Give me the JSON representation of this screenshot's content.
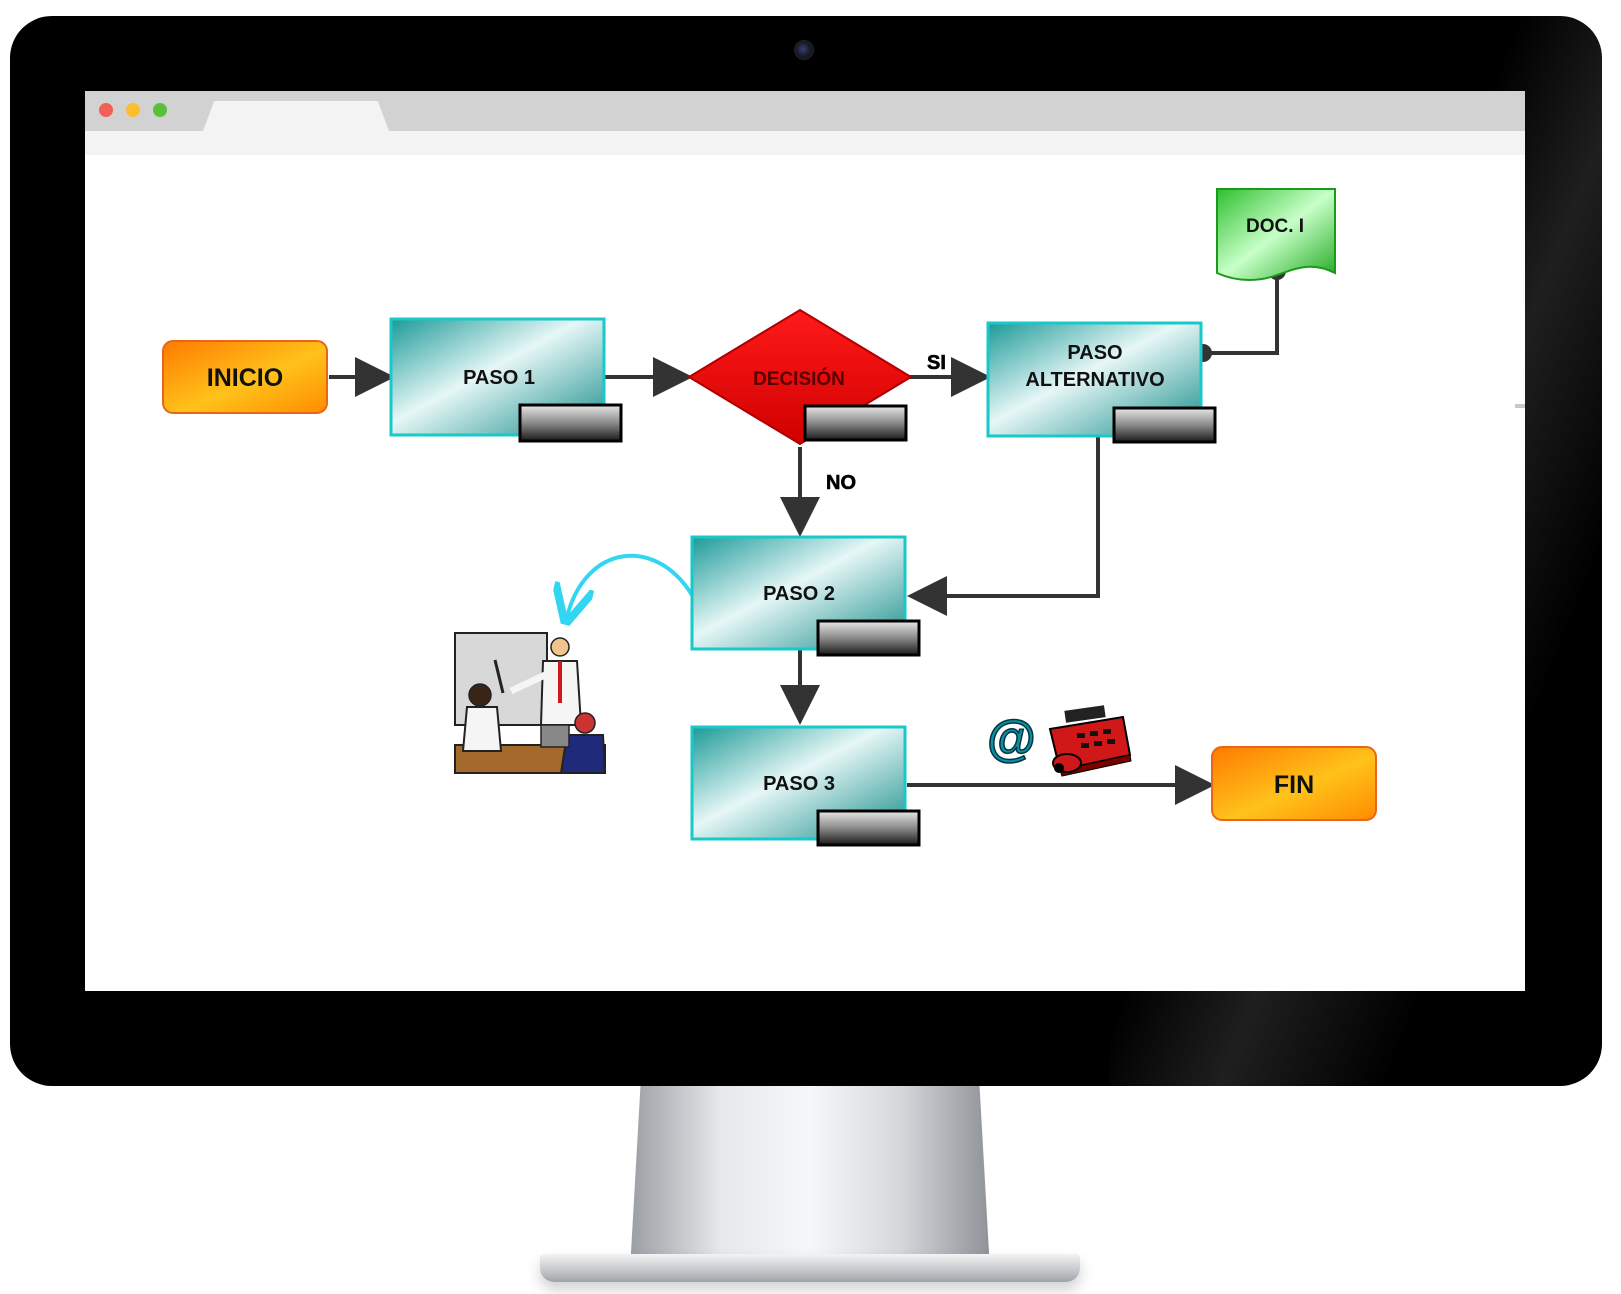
{
  "browser": {
    "window_controls": [
      "close",
      "minimize",
      "maximize"
    ]
  },
  "flowchart": {
    "inicio_label": "INICIO",
    "paso1_label": "PASO 1",
    "decision_label": "DECISIÓN",
    "si_label": "SI",
    "no_label": "NO",
    "paso_alternativo_line1": "PASO",
    "paso_alternativo_line2": "ALTERNATIVO",
    "doc_label": "DOC. I",
    "paso2_label": "PASO 2",
    "paso3_label": "PASO 3",
    "fin_label": "FIN",
    "email_symbol": "@",
    "icons": [
      "meeting-presentation-clipart",
      "at-sign-icon",
      "fax-machine-icon"
    ]
  },
  "colors": {
    "terminal_fill": "#f7a21a",
    "process_fill": "#26a3a0",
    "process_border": "#19c8c8",
    "decision_fill": "#e00000",
    "document_fill": "#3ed13e",
    "connector": "#333333",
    "loop_arrow": "#33d6f0"
  }
}
